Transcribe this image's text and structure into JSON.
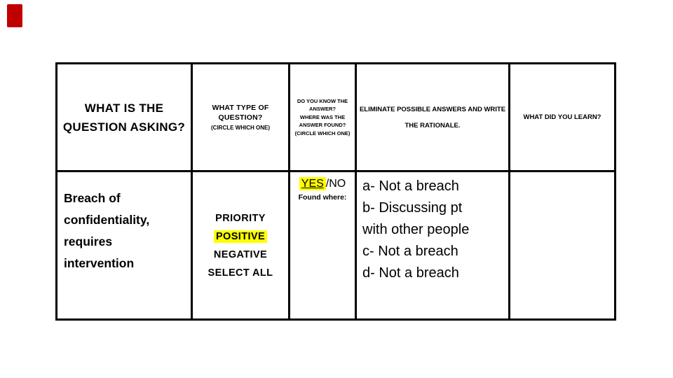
{
  "colors": {
    "accent_mark": "#c00000",
    "highlight": "#ffff00",
    "border": "#000000"
  },
  "table": {
    "header": {
      "q_asking": [
        "WHAT IS THE",
        "QUESTION ASKING?"
      ],
      "q_type": [
        "WHAT TYPE OF",
        "QUESTION?"
      ],
      "q_type_sub": "(CIRCLE WHICH ONE)",
      "know_answer": [
        "DO YOU KNOW THE",
        "ANSWER?",
        "WHERE WAS THE",
        "ANSWER FOUND?",
        "(CIRCLE WHICH ONE)"
      ],
      "eliminate": [
        "ELIMINATE POSSIBLE ANSWERS AND WRITE",
        "THE RATIONALE."
      ],
      "learn": "WHAT DID YOU LEARN?"
    },
    "body": {
      "question_lines": [
        "Breach of",
        "confidentiality,",
        "requires",
        "intervention"
      ],
      "type_options": [
        {
          "label": "PRIORITY",
          "highlighted": false
        },
        {
          "label": "POSITIVE",
          "highlighted": true
        },
        {
          "label": "NEGATIVE",
          "highlighted": false
        },
        {
          "label": "SELECT ALL",
          "highlighted": false
        }
      ],
      "know": {
        "yes": "YES",
        "rest": "/NO",
        "yes_highlighted": true,
        "found_label": "Found where:"
      },
      "answer_lines": [
        "a- Not a breach",
        "b- Discussing pt",
        "with other people",
        "c- Not a breach",
        "d- Not a breach"
      ],
      "learn": ""
    }
  }
}
